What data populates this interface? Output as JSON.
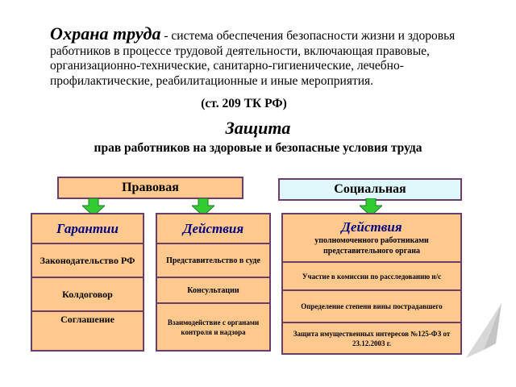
{
  "intro": {
    "term": "Охрана труда",
    "dash": " - ",
    "definition": "система обеспечения безопасности жизни и здоровья работников в процессе трудовой деятельности, включающая правовые, организационно-технические, санитарно-гигиенические, лечебно-профилактические, реабилитационные и иные мероприятия.",
    "article": "(ст. 209 ТК РФ)"
  },
  "protection": {
    "title": "Защита",
    "subtitle": "прав работников на здоровые и безопасные условия труда"
  },
  "legal": {
    "label": "Правовая",
    "guarantees": {
      "title": "Гарантии",
      "items": [
        "Законодательство РФ",
        "Колдоговор",
        "Соглашение"
      ]
    },
    "actions": {
      "title": "Действия",
      "items": [
        "Представительство в суде",
        "Консультации",
        "Взаимодействие с органами контроля и надзора"
      ]
    }
  },
  "social": {
    "label": "Социальная",
    "actions": {
      "title": "Действия",
      "subtitle": "уполномоченного работниками представительного органа",
      "items": [
        "Участие в комиссии по расследованию н/с",
        "Определение степени вины пострадавшего",
        "Защита имущественных интересов №125-ФЗ от 23.12.2003 г."
      ]
    }
  },
  "colors": {
    "legal_fill": "#ffc98e",
    "social_fill": "#dff8fa",
    "border": "#6b3d6b",
    "arrow": "#33cc33",
    "title_text": "#000080"
  }
}
